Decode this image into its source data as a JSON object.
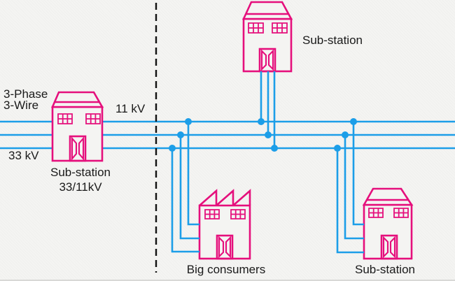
{
  "colors": {
    "background": "#f4f4f2",
    "building_pink": "#e50f7c",
    "line_blue": "#1c9ee8",
    "text_color": "#1a1a1a",
    "dashed_black": "#111111"
  },
  "diagram": {
    "description": "Single-line diagram of a 3-phase power distribution system with a 33/11kV sub-station feeding 11 kV lines to sub-stations and big consumers"
  },
  "labels": {
    "phase": "3-Phase",
    "wire": "3-Wire",
    "voltage_33kv": "33 kV",
    "voltage_11kv": "11 kV",
    "left_substation_line1": "Sub-station",
    "left_substation_line2": "33/11kV",
    "top_substation": "Sub-station",
    "big_consumers": "Big consumers",
    "right_substation": "Sub-station"
  }
}
